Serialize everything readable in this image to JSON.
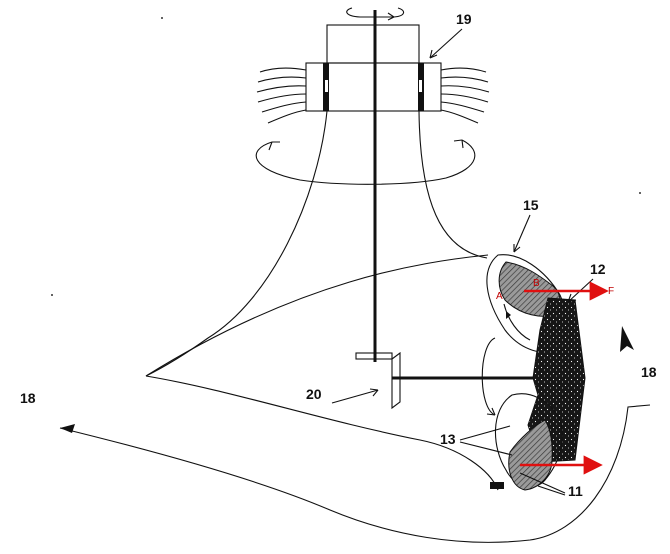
{
  "labels": {
    "n19": "19",
    "n15": "15",
    "n12": "12",
    "n18_left": "18",
    "n18_right": "18",
    "n20": "20",
    "n13": "13",
    "n11": "11",
    "a": "A",
    "b": "B",
    "f": "F"
  },
  "colors": {
    "line": "#111111",
    "force_arrow": "#e01010",
    "hatch": "#555555",
    "dark_fill": "#1a1a1a"
  }
}
